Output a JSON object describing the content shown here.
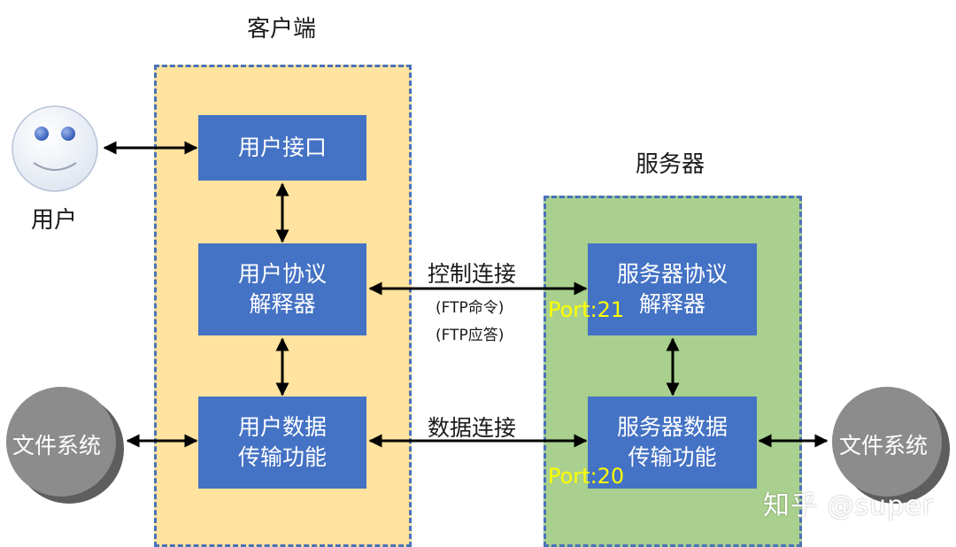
{
  "client": {
    "title": "客户端"
  },
  "server": {
    "title": "服务器"
  },
  "user": {
    "label": "用户"
  },
  "client_boxes": {
    "user_interface": [
      "用户接口"
    ],
    "user_pi": [
      "用户协议",
      "解释器"
    ],
    "user_dtp": [
      "用户数据",
      "传输功能"
    ]
  },
  "server_boxes": {
    "server_pi": [
      "服务器协议",
      "解释器"
    ],
    "server_dtp": [
      "服务器数据",
      "传输功能"
    ]
  },
  "connections": {
    "control": {
      "label": "控制连接",
      "sub1": "(FTP命令)",
      "sub2": "(FTP应答)"
    },
    "data": {
      "label": "数据连接"
    }
  },
  "ports": {
    "control": "Port:21",
    "data": "Port:20"
  },
  "file_system": {
    "left": "文件系统",
    "right": "文件系统"
  },
  "watermark": "知乎 @super",
  "colors": {
    "client_region": "#ffe39e",
    "server_region": "#a9d08e",
    "region_border": "#4a72b8",
    "box": "#4472c4",
    "port_text": "#ffff00",
    "file_system_disk": "#8c8c8c"
  }
}
